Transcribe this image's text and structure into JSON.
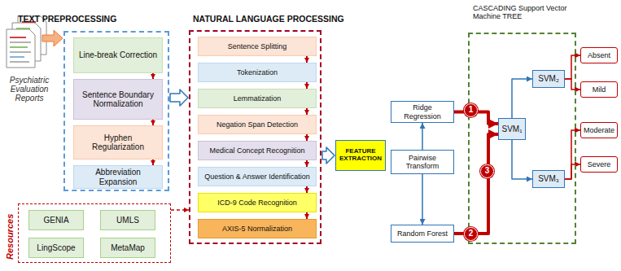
{
  "diagram": {
    "nodes": [
      {
        "text": [
          "TEXT PREPROCESSING"
        ]
      },
      {
        "text": [
          "Line-break Correction"
        ],
        "in": 0
      },
      {
        "text": [
          "Sentence Boundary Normalization"
        ],
        "in": 0
      },
      {
        "text": [
          "Hyphen Regularization"
        ],
        "in": 0
      },
      {
        "text": [
          "Abbreviation Expansion"
        ],
        "in": 0
      },
      {
        "text": [
          "Resources"
        ]
      },
      {
        "text": [
          "GENIA"
        ],
        "in": 5
      },
      {
        "text": [
          "UMLS"
        ],
        "in": 5
      },
      {
        "text": [
          "LingScope"
        ],
        "in": 5
      },
      {
        "text": [
          "MetaMap"
        ],
        "in": 5
      },
      {
        "text": [
          "NATURAL LANGUAGE PROCESSING"
        ]
      },
      {
        "text": [
          "Sentence Splitting"
        ],
        "in": 10
      },
      {
        "text": [
          "Tokenization"
        ],
        "in": 10
      },
      {
        "text": [
          "Lemmatization"
        ],
        "in": 10
      },
      {
        "text": [
          "Negation Span Detection"
        ],
        "in": 10
      },
      {
        "text": [
          "Medical Concept Recognition"
        ],
        "in": 10
      },
      {
        "text": [
          "Question & Answer Identification"
        ],
        "in": 10
      },
      {
        "text": [
          "ICD-9 Code Recognition"
        ],
        "in": 10
      },
      {
        "text": [
          "AXIS-5 Normalization"
        ],
        "in": 10
      },
      {
        "text": [
          "FEATURE EXTRACTION"
        ]
      },
      {
        "text": [
          "Ridge Regression"
        ]
      },
      {
        "text": [
          "Pairwise Transform"
        ]
      },
      {
        "text": [
          "Random Forest"
        ]
      },
      {
        "text": [
          "CASCADING Support Vector Machine TREE"
        ]
      },
      {
        "text": [
          "SVM₁"
        ],
        "in": 23
      },
      {
        "text": [
          "SVM₂"
        ],
        "in": 23
      },
      {
        "text": [
          "SVM₃"
        ],
        "in": 23
      },
      {
        "text": [
          "Absent"
        ]
      },
      {
        "text": [
          "Mild"
        ]
      },
      {
        "text": [
          "Moderate"
        ]
      },
      {
        "text": [
          "Severe"
        ]
      }
    ],
    "edges": [
      {
        "from": 1,
        "to": 2,
        "arrow": "to"
      },
      {
        "from": 2,
        "to": 3,
        "arrow": "to"
      },
      {
        "from": 3,
        "to": 4,
        "arrow": "to"
      },
      {
        "from": 0,
        "to": 10,
        "arrow": "to"
      },
      {
        "from": 5,
        "to": 10,
        "arrow": "to"
      },
      {
        "from": 11,
        "to": 12,
        "arrow": "to"
      },
      {
        "from": 12,
        "to": 13,
        "arrow": "to"
      },
      {
        "from": 13,
        "to": 14,
        "arrow": "to"
      },
      {
        "from": 14,
        "to": 15,
        "arrow": "to"
      },
      {
        "from": 15,
        "to": 16,
        "arrow": "to"
      },
      {
        "from": 16,
        "to": 17,
        "arrow": "to"
      },
      {
        "from": 17,
        "to": 18,
        "arrow": "to"
      },
      {
        "from": 10,
        "to": 19,
        "arrow": "to"
      },
      {
        "from": 21,
        "to": 20,
        "arrow": "to"
      },
      {
        "from": 21,
        "to": 22,
        "arrow": "to"
      },
      {
        "from": 20,
        "to": 24,
        "arrow": "to"
      },
      {
        "from": 22,
        "to": 24,
        "arrow": "to"
      },
      {
        "from": 24,
        "to": 25,
        "arrow": "to"
      },
      {
        "from": 24,
        "to": 26,
        "arrow": "to"
      },
      {
        "from": 25,
        "to": 27,
        "arrow": "to"
      },
      {
        "from": 25,
        "to": 28,
        "arrow": "to"
      },
      {
        "from": 26,
        "to": 29,
        "arrow": "to"
      },
      {
        "from": 26,
        "to": 30,
        "arrow": "to"
      }
    ],
    "labels": [
      "Psychiatric Evaluation Reports",
      "1",
      "3",
      "2"
    ]
  }
}
